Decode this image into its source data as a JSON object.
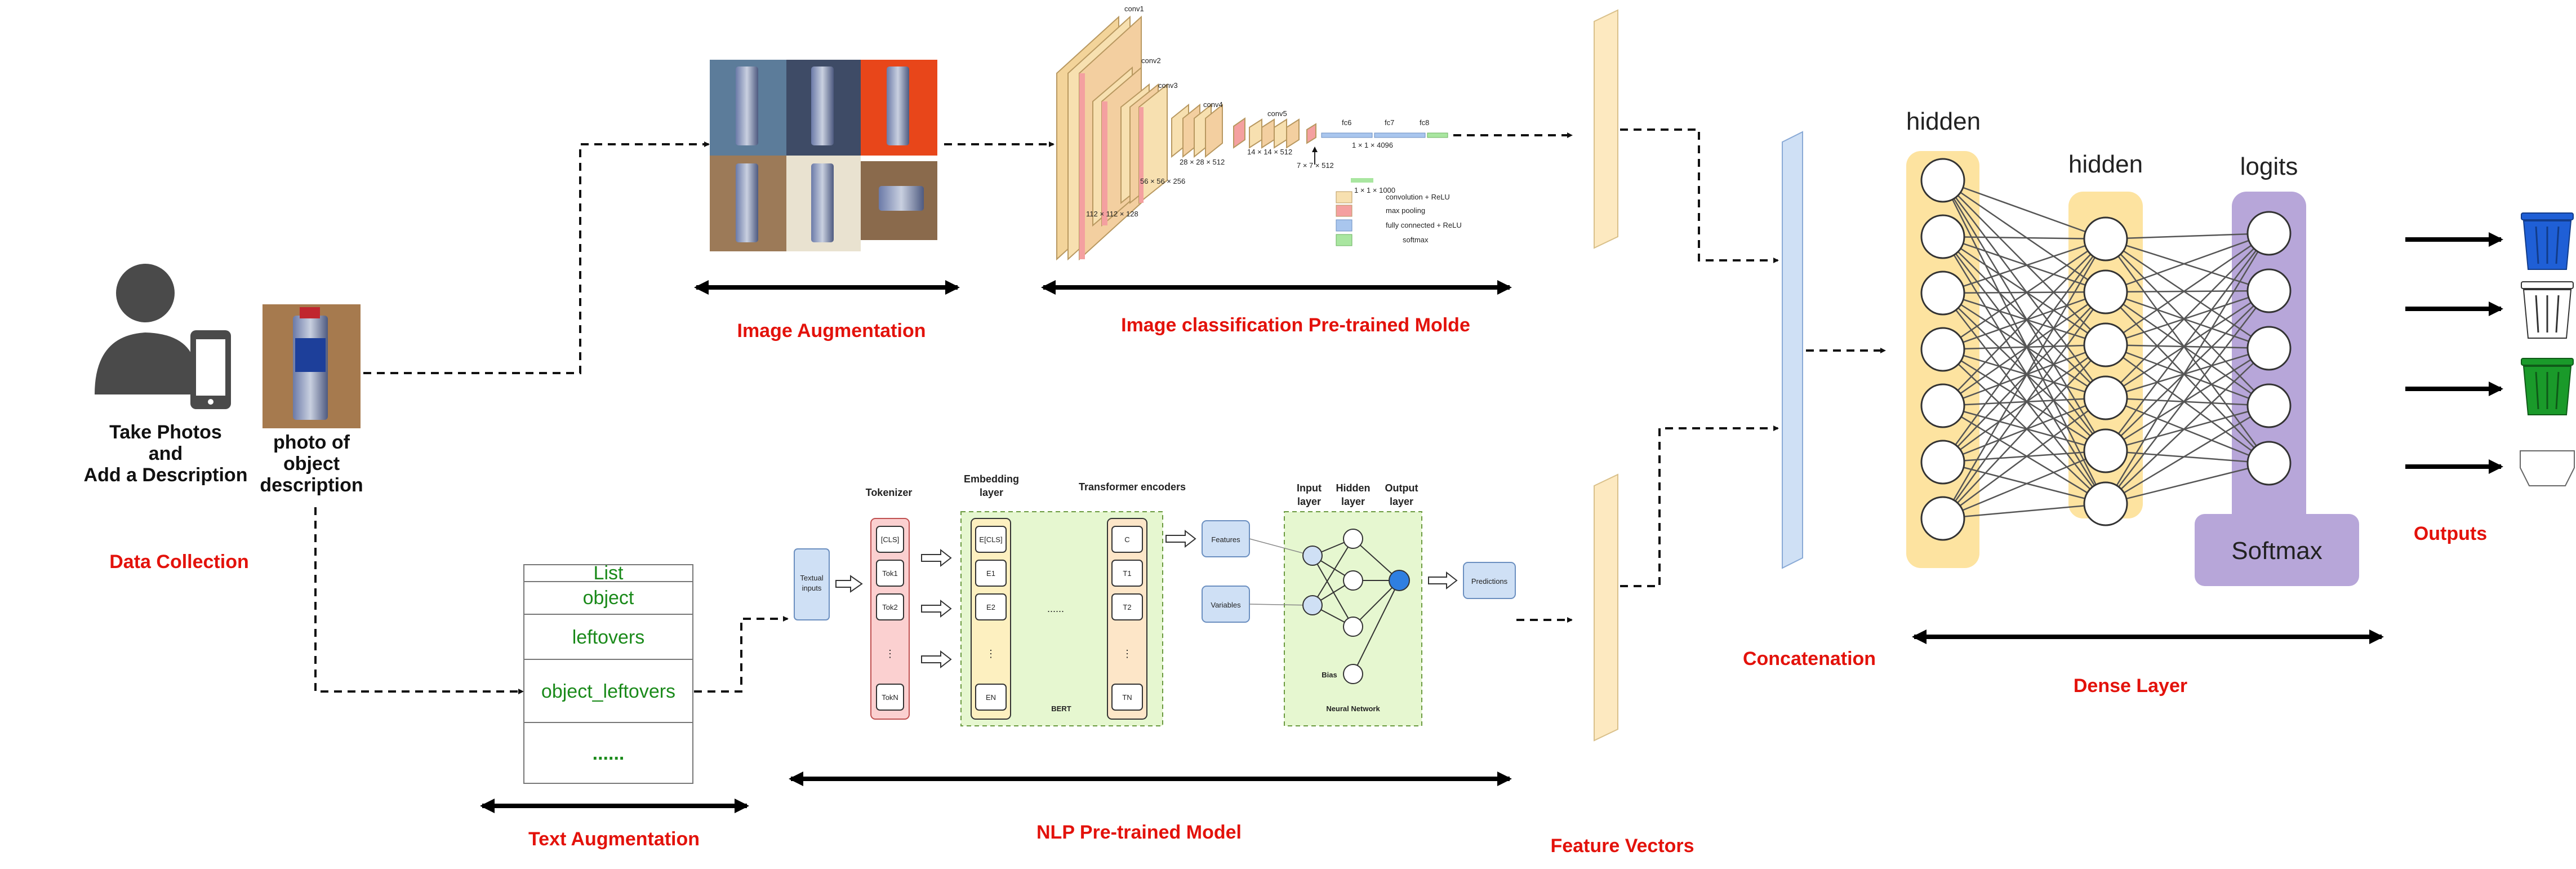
{
  "labels": {
    "take_photos": [
      "Take Photos",
      "and",
      "Add a Description"
    ],
    "photo_desc": [
      "photo of",
      "object",
      "description"
    ],
    "data_collection": "Data Collection",
    "image_augmentation": "Image Augmentation",
    "image_model": "Image classification Pre-trained Molde",
    "text_augmentation": "Text Augmentation",
    "nlp_model": "NLP Pre-trained Model",
    "feature_vectors": "Feature Vectors",
    "concatenation": "Concatenation",
    "dense_layer": "Dense Layer",
    "outputs": "Outputs"
  },
  "text_list": [
    "List",
    "object",
    "leftovers",
    "object_leftovers",
    "......"
  ],
  "cnn": {
    "layers": [
      "conv1",
      "conv2",
      "conv3",
      "conv4",
      "conv5",
      "fc6",
      "fc7",
      "fc8"
    ],
    "dims": [
      "112 × 112 × 128",
      "56 × 56 × 256",
      "28 × 28 × 512",
      "14 × 14 × 512",
      "7 × 7 × 512",
      "1 × 1 × 4096",
      "1 × 1 × 1000"
    ],
    "legend": [
      "convolution + ReLU",
      "max pooling",
      "fully connected + ReLU",
      "softmax"
    ]
  },
  "bert": {
    "textual_inputs": [
      "Textual",
      "inputs"
    ],
    "tokenizer": "Tokenizer",
    "embedding_layer": [
      "Embedding",
      "layer"
    ],
    "transformer_encoders": "Transformer encoders",
    "tokens": [
      "[CLS]",
      "Tok1",
      "Tok2",
      "⋮",
      "TokN"
    ],
    "embeddings": [
      "E[CLS]",
      "E1",
      "E2",
      "⋮",
      "EN"
    ],
    "outputs": [
      "C",
      "T1",
      "T2",
      "⋮",
      "TN"
    ],
    "dots": "......",
    "bert_label": "BERT"
  },
  "small_nn": {
    "features": "Features",
    "variables": "Variables",
    "input_layer": [
      "Input",
      "layer"
    ],
    "hidden_layer": [
      "Hidden",
      "layer"
    ],
    "output_layer": [
      "Output",
      "layer"
    ],
    "bias": "Bias",
    "neural_network": "Neural Network",
    "predictions": "Predictions"
  },
  "dense": {
    "hidden1": "hidden",
    "hidden2": "hidden",
    "logits": "logits",
    "softmax": "Softmax",
    "hidden1_nodes": 7,
    "hidden2_nodes": 6,
    "logits_nodes": 5
  },
  "colors": {
    "red_label": "#e3120b",
    "text_list_green": "#1a8a1a",
    "yellow_layer": "#fde3a0",
    "purple_layer": "#b7a6d9",
    "concat_blue": "#cfe0f5",
    "bin_blue": "#1f5fd6",
    "bin_green": "#1a9a2a"
  }
}
